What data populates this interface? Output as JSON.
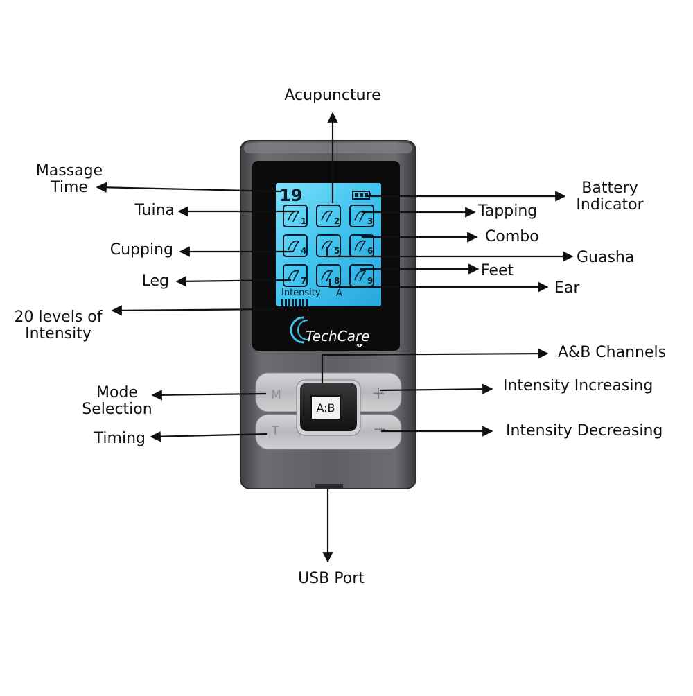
{
  "device": {
    "brand": "TechCare",
    "brand_sub": "SE",
    "timer_value": "19",
    "intensity_label": "Intensity",
    "channel_indicator": "A",
    "channel_button_label": "A:B",
    "mode_button_label": "M",
    "timing_button_label": "T",
    "plus_button_label": "+",
    "minus_button_label": "−",
    "intensity_level": 8,
    "intensity_max": 20,
    "lcd_color": "#3fc4ee",
    "body_color": "#5a5b5e",
    "mode_numbers": [
      "1",
      "2",
      "3",
      "4",
      "5",
      "6",
      "7",
      "8",
      "9"
    ]
  },
  "callouts": {
    "acupuncture": "Acupuncture",
    "massage_time": [
      "Massage",
      "Time"
    ],
    "battery_indicator": [
      "Battery",
      "Indicator"
    ],
    "tuina": "Tuina",
    "tapping": "Tapping",
    "combo": "Combo",
    "cupping": "Cupping",
    "guasha": "Guasha",
    "leg": "Leg",
    "feet": "Feet",
    "ear": "Ear",
    "intensity_levels": [
      "20 levels of",
      "Intensity"
    ],
    "ab_channels": "A&B Channels",
    "mode_selection": [
      "Mode",
      "Selection"
    ],
    "intensity_increasing": "Intensity Increasing",
    "timing": "Timing",
    "intensity_decreasing": "Intensity Decreasing",
    "usb_port": "USB Port"
  }
}
